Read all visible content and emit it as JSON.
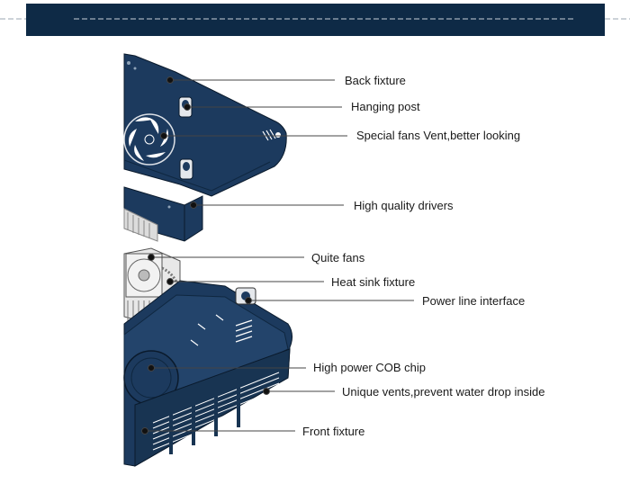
{
  "colors": {
    "header": "#0e2a46",
    "body": "#1c3a5e",
    "body_dark": "#0f2740",
    "accent_line": "#555555",
    "heatsink": "#d0d0d0",
    "vent": "#ffffff"
  },
  "icons": [
    "fan-icon",
    "hanging-post-icon"
  ],
  "labels": [
    {
      "id": "back-fixture",
      "text": "Back fixture"
    },
    {
      "id": "hanging-post",
      "text": "Hanging post"
    },
    {
      "id": "special-fans-vent",
      "text": "Special fans Vent,better looking"
    },
    {
      "id": "high-quality-drivers",
      "text": "High quality drivers"
    },
    {
      "id": "quite-fans",
      "text": "Quite fans"
    },
    {
      "id": "heat-sink-fixture",
      "text": "Heat sink fixture"
    },
    {
      "id": "power-line-interface",
      "text": "Power line interface"
    },
    {
      "id": "high-power-cob-chip",
      "text": "High power COB chip"
    },
    {
      "id": "unique-vents",
      "text": "Unique vents,prevent water drop inside"
    },
    {
      "id": "front-fixture",
      "text": "Front fixture"
    }
  ]
}
